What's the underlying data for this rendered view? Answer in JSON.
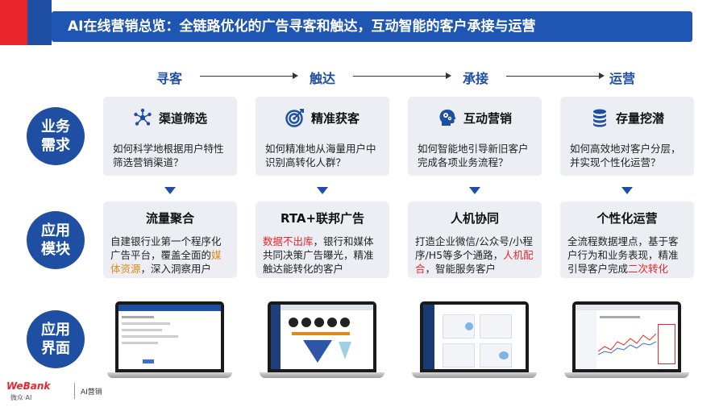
{
  "header": {
    "title": "AI在线营销总览：全链路优化的广告寻客和触达，互动智能的客户承接与运营"
  },
  "stages": [
    "寻客",
    "触达",
    "承接",
    "运营"
  ],
  "row_labels": {
    "needs": [
      "业务",
      "需求"
    ],
    "modules": [
      "应用",
      "模块"
    ],
    "screens": [
      "应用",
      "界面"
    ]
  },
  "needs": [
    {
      "title": "渠道筛选",
      "icon": "network-nodes-icon",
      "desc": "如何科学地根据用户特性筛选营销渠道？"
    },
    {
      "title": "精准获客",
      "icon": "target-icon",
      "desc": "如何精准地从海量用户中识别高转化人群？"
    },
    {
      "title": "互动营销",
      "icon": "head-gears-icon",
      "desc": "如何智能地引导新旧客户完成各项业务流程？"
    },
    {
      "title": "存量挖潜",
      "icon": "database-icon",
      "desc": "如何高效地对客户分层，并实现个性化运营？"
    }
  ],
  "modules": [
    {
      "title": "流量聚合",
      "desc_a": "自建银行业第一个程序化广告平台，覆盖全面的",
      "desc_b": "媒体资源",
      "desc_c": "，深入洞察用户"
    },
    {
      "title": "RTA+联邦广告",
      "desc_a": "数据不出库",
      "desc_b": "，银行和媒体共同决策广告曝光，精准触达能转化的客户"
    },
    {
      "title": "人机协同",
      "desc_a": "打造企业微信/公众号/小程序/H5等多个通路，",
      "desc_b": "人机配合",
      "desc_c": "，智能服务客户"
    },
    {
      "title": "个性化运营",
      "desc_a": "全流程数据埋点，基于客户行为和业务表现，精准引导客户完成",
      "desc_b": "二次转化"
    }
  ],
  "logo": {
    "brand": "WeBank",
    "sub": "微众·AI",
    "product": "AI营销"
  },
  "colors": {
    "primary": "#1e4fa3",
    "accent_red": "#e8262b",
    "accent_orange": "#e0891a",
    "card_bg": "#eceef3"
  }
}
